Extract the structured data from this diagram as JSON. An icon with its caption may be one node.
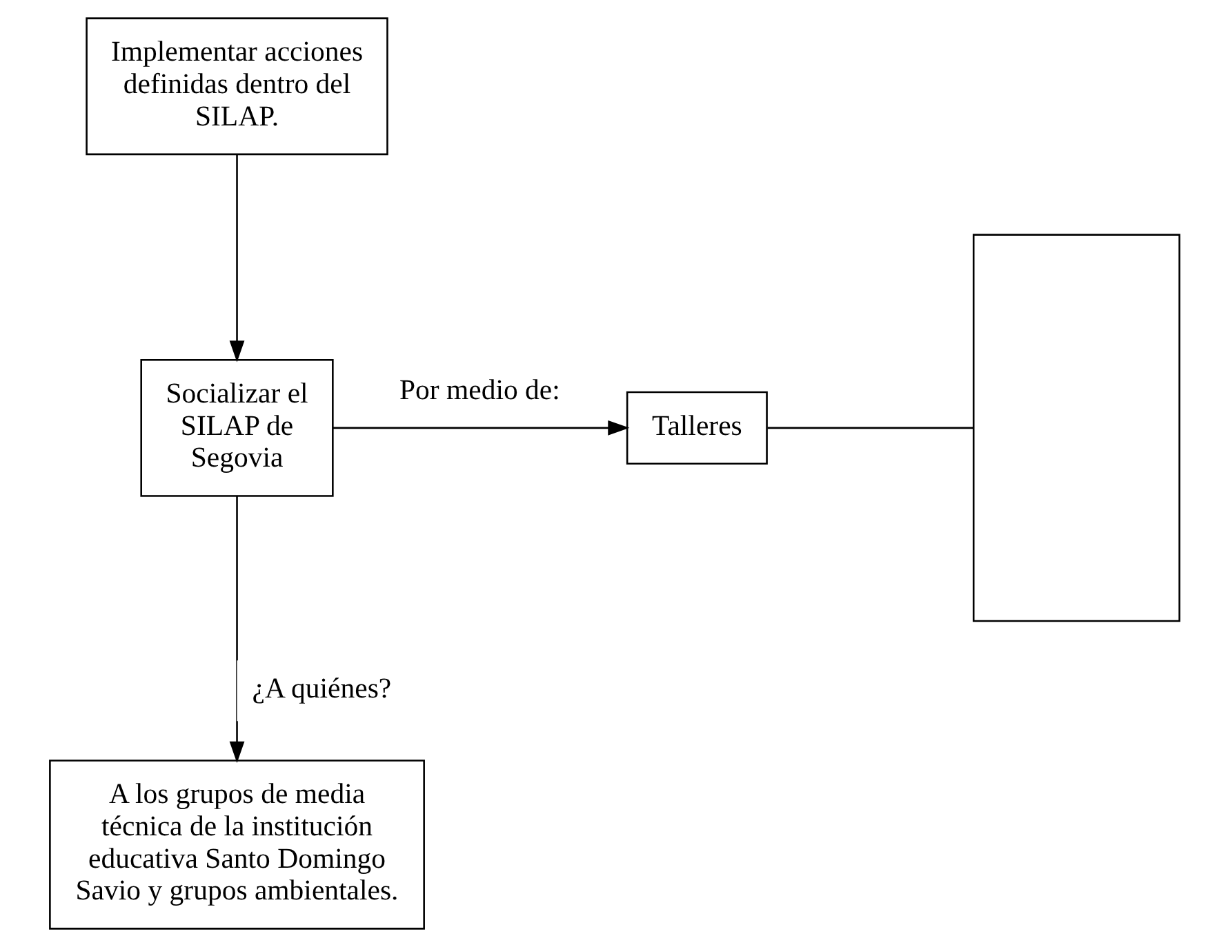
{
  "diagram": {
    "nodes": [
      {
        "text": [
          "Implementar acciones definidas dentro del SILAP."
        ]
      },
      {
        "text": [
          "Socializar el SILAP de Segovia"
        ]
      },
      {
        "text": [
          "Talleres"
        ]
      },
      {
        "text": [],
        "shape": "box"
      },
      {
        "text": [
          "A los grupos de media técnica de la institución educativa Santo Domingo Savio y grupos ambientales."
        ]
      }
    ],
    "edges": [
      {
        "from": 0,
        "to": 1,
        "arrow": "to"
      },
      {
        "from": 1,
        "to": 2,
        "arrow": "to",
        "label": "Por medio de:"
      },
      {
        "from": 1,
        "to": 4,
        "arrow": "to",
        "label": "¿A quiénes?"
      },
      {
        "from": 2,
        "to": 3,
        "arrow": "none"
      }
    ]
  }
}
